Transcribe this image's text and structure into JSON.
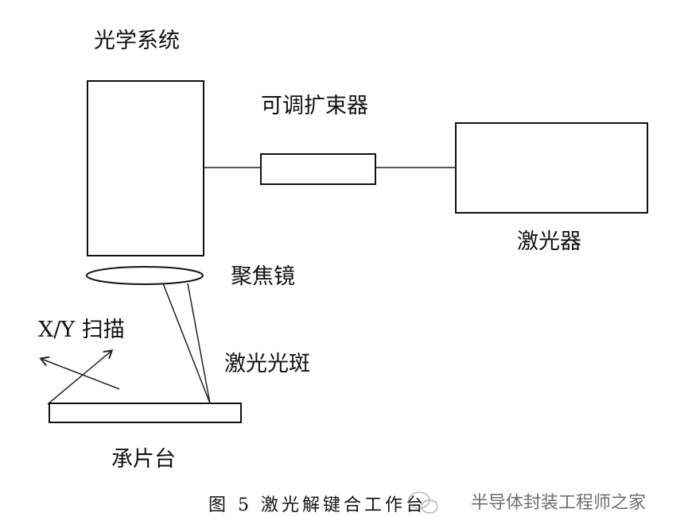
{
  "labels": {
    "optical_system": "光学系统",
    "beam_expander": "可调扩束器",
    "laser": "激光器",
    "focusing_lens": "聚焦镜",
    "xy_scan": "X/Y 扫描",
    "laser_spot": "激光光斑",
    "stage": "承片台"
  },
  "caption": "图 5  激光解键合工作台",
  "watermark": "半导体封装工程师之家",
  "colors": {
    "stroke": "#111111",
    "watermark": "#555555"
  }
}
